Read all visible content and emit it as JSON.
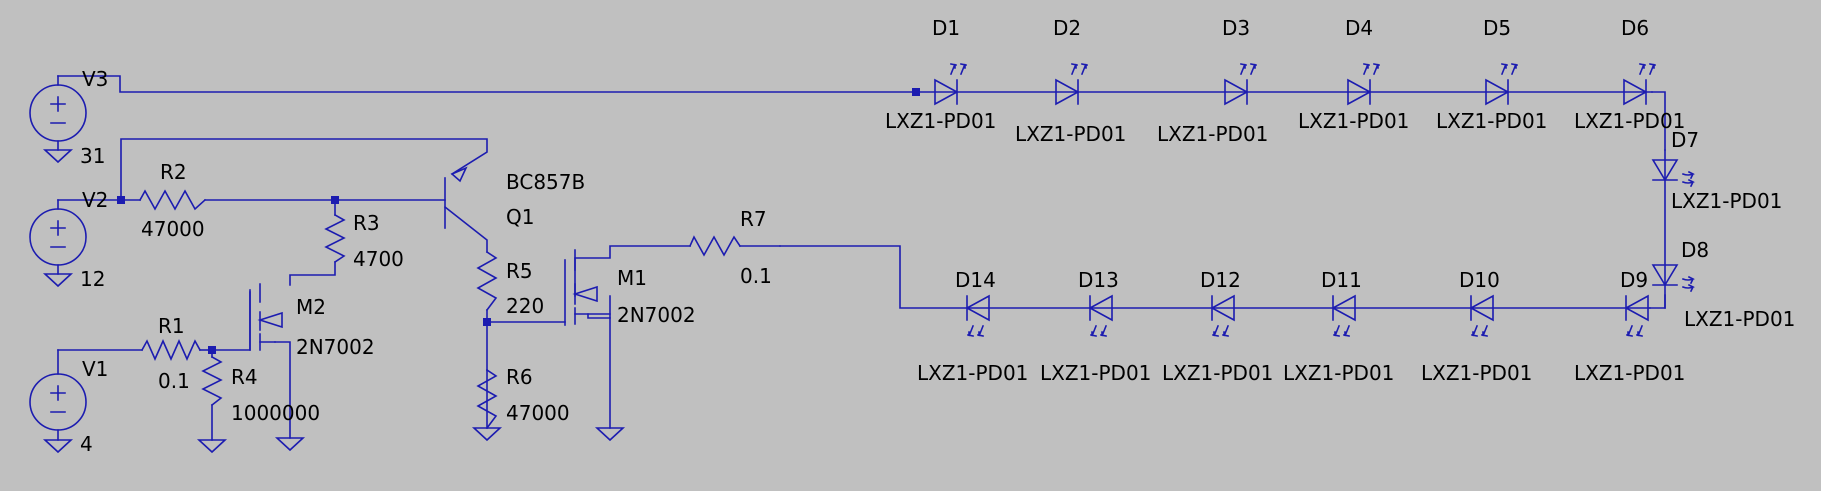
{
  "parts": {
    "V3": {
      "name": "V3",
      "value": "31"
    },
    "V2": {
      "name": "V2",
      "value": "12"
    },
    "V1": {
      "name": "V1",
      "value": "4"
    },
    "R1": {
      "name": "R1",
      "value": "0.1"
    },
    "R2": {
      "name": "R2",
      "value": "47000"
    },
    "R3": {
      "name": "R3",
      "value": "4700"
    },
    "R4": {
      "name": "R4",
      "value": "1000000"
    },
    "R5": {
      "name": "R5",
      "value": "220"
    },
    "R6": {
      "name": "R6",
      "value": "47000"
    },
    "R7": {
      "name": "R7",
      "value": "0.1"
    },
    "Q1": {
      "name": "Q1",
      "value": "BC857B"
    },
    "M1": {
      "name": "M1",
      "value": "2N7002"
    },
    "M2": {
      "name": "M2",
      "value": "2N7002"
    }
  },
  "leds": [
    {
      "name": "D1",
      "value": "LXZ1-PD01"
    },
    {
      "name": "D2",
      "value": "LXZ1-PD01"
    },
    {
      "name": "D3",
      "value": "LXZ1-PD01"
    },
    {
      "name": "D4",
      "value": "LXZ1-PD01"
    },
    {
      "name": "D5",
      "value": "LXZ1-PD01"
    },
    {
      "name": "D6",
      "value": "LXZ1-PD01"
    },
    {
      "name": "D7",
      "value": "LXZ1-PD01"
    },
    {
      "name": "D8",
      "value": "LXZ1-PD01"
    },
    {
      "name": "D9",
      "value": "LXZ1-PD01"
    },
    {
      "name": "D10",
      "value": "LXZ1-PD01"
    },
    {
      "name": "D11",
      "value": "LXZ1-PD01"
    },
    {
      "name": "D12",
      "value": "LXZ1-PD01"
    },
    {
      "name": "D13",
      "value": "LXZ1-PD01"
    },
    {
      "name": "D14",
      "value": "LXZ1-PD01"
    }
  ],
  "colors": {
    "background": "#c0c0c0",
    "wire": "#1c1cb0",
    "text": "#000000"
  }
}
